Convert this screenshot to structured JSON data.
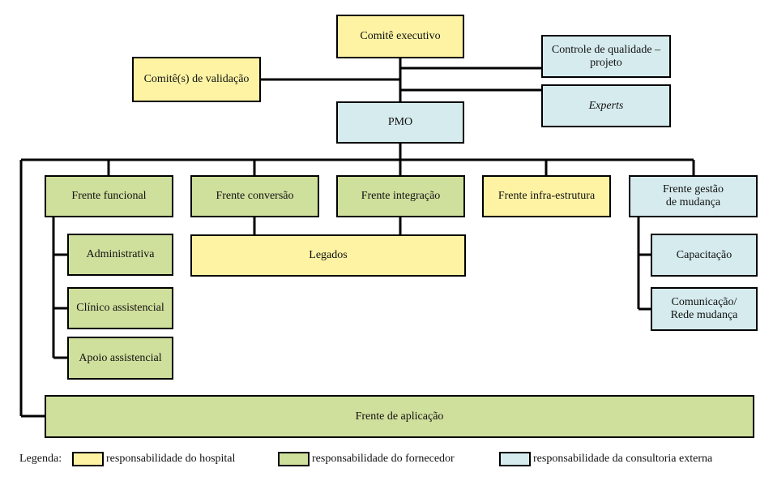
{
  "colors": {
    "hospital": "#fdf3a3",
    "fornecedor": "#cfdf9c",
    "consultoria": "#d6ebee",
    "line": "#000000"
  },
  "boxes": {
    "comite_executivo": "Comitê executivo",
    "comite_validacao": "Comitê(s) de validação",
    "controle_qualidade": "Controle de qualidade –\nprojeto",
    "experts": "Experts",
    "pmo": "PMO",
    "frente_funcional": "Frente funcional",
    "frente_conversao": "Frente conversão",
    "frente_integracao": "Frente integração",
    "frente_infra": "Frente infra-estrutura",
    "frente_gestao_mudanca": "Frente gestão\nde mudança",
    "administrativa": "Administrativa",
    "clinico_assistencial": "Clínico assistencial",
    "apoio_assistencial": "Apoio assistencial",
    "legados": "Legados",
    "capacitacao": "Capacitação",
    "comunicacao": "Comunicação/\nRede mudança",
    "frente_aplicacao": "Frente de aplicação"
  },
  "legend": {
    "title": "Legenda:",
    "hospital": "responsabilidade do hospital",
    "fornecedor": "responsabilidade do fornecedor",
    "consultoria": "responsabilidade da consultoria externa"
  }
}
